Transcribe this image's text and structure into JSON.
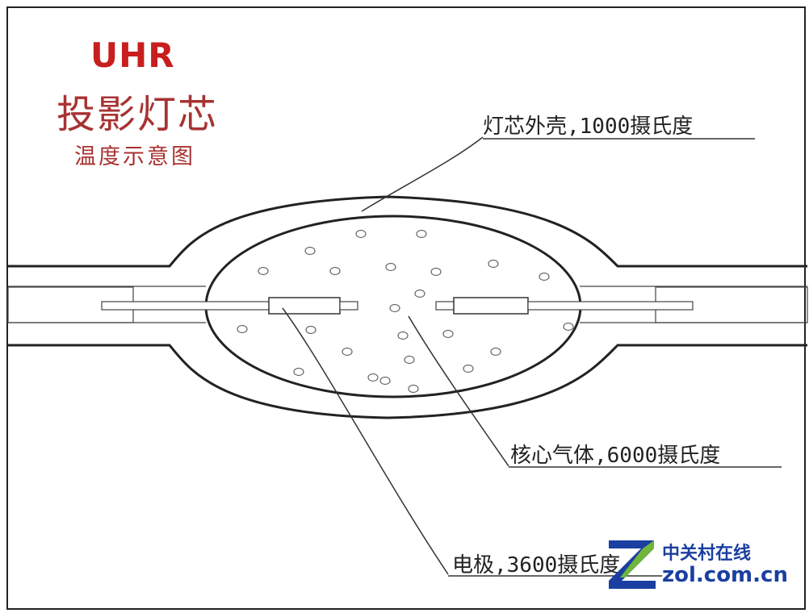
{
  "title": {
    "line1": "UHR",
    "line2": "投影灯芯",
    "line3": "温度示意图"
  },
  "callouts": {
    "shell": "灯芯外壳,1000摄氏度",
    "gas": "核心气体,6000摄氏度",
    "electrode": "电极,3600摄氏度"
  },
  "watermark": {
    "cn": "中关村在线",
    "url": "zol.com.cn"
  },
  "colors": {
    "title_red": "#c81e1e",
    "line": "#222222",
    "logo_blue": "#1a3fa0",
    "logo_green": "#6fb63a"
  }
}
